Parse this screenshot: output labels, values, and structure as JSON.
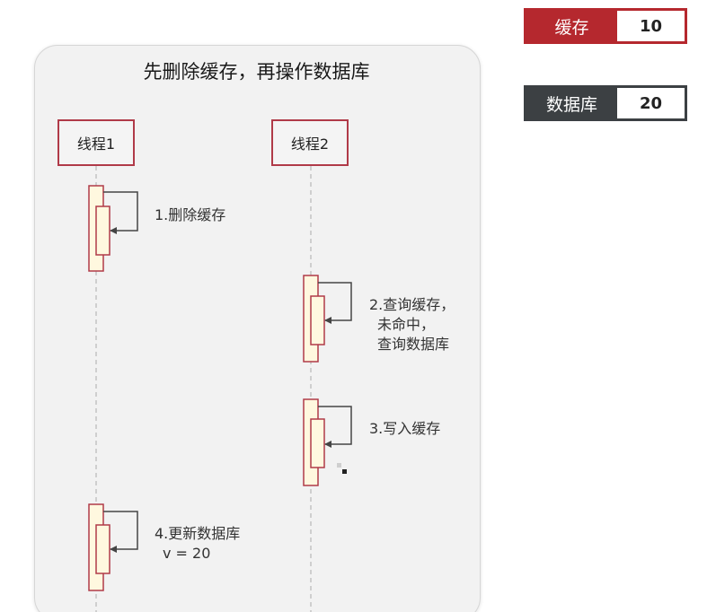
{
  "diagram": {
    "title": "先删除缓存，再操作数据库",
    "threads": [
      {
        "label": "线程1"
      },
      {
        "label": "线程2"
      }
    ],
    "steps": [
      {
        "lines": [
          "1.删除缓存"
        ]
      },
      {
        "lines": [
          "2.查询缓存，",
          "未命中，",
          "查询数据库"
        ]
      },
      {
        "lines": [
          "3.写入缓存"
        ]
      },
      {
        "lines": [
          "4.更新数据库",
          "v = 20"
        ]
      }
    ]
  },
  "state": {
    "cache": {
      "label": "缓存",
      "value": "10"
    },
    "database": {
      "label": "数据库",
      "value": "20"
    }
  },
  "colors": {
    "thread_border": "#b03a48",
    "activation_border": "#b03a48",
    "activation_fill": "#fff8df",
    "cache_accent": "#b5282e",
    "database_accent": "#3c4043"
  }
}
